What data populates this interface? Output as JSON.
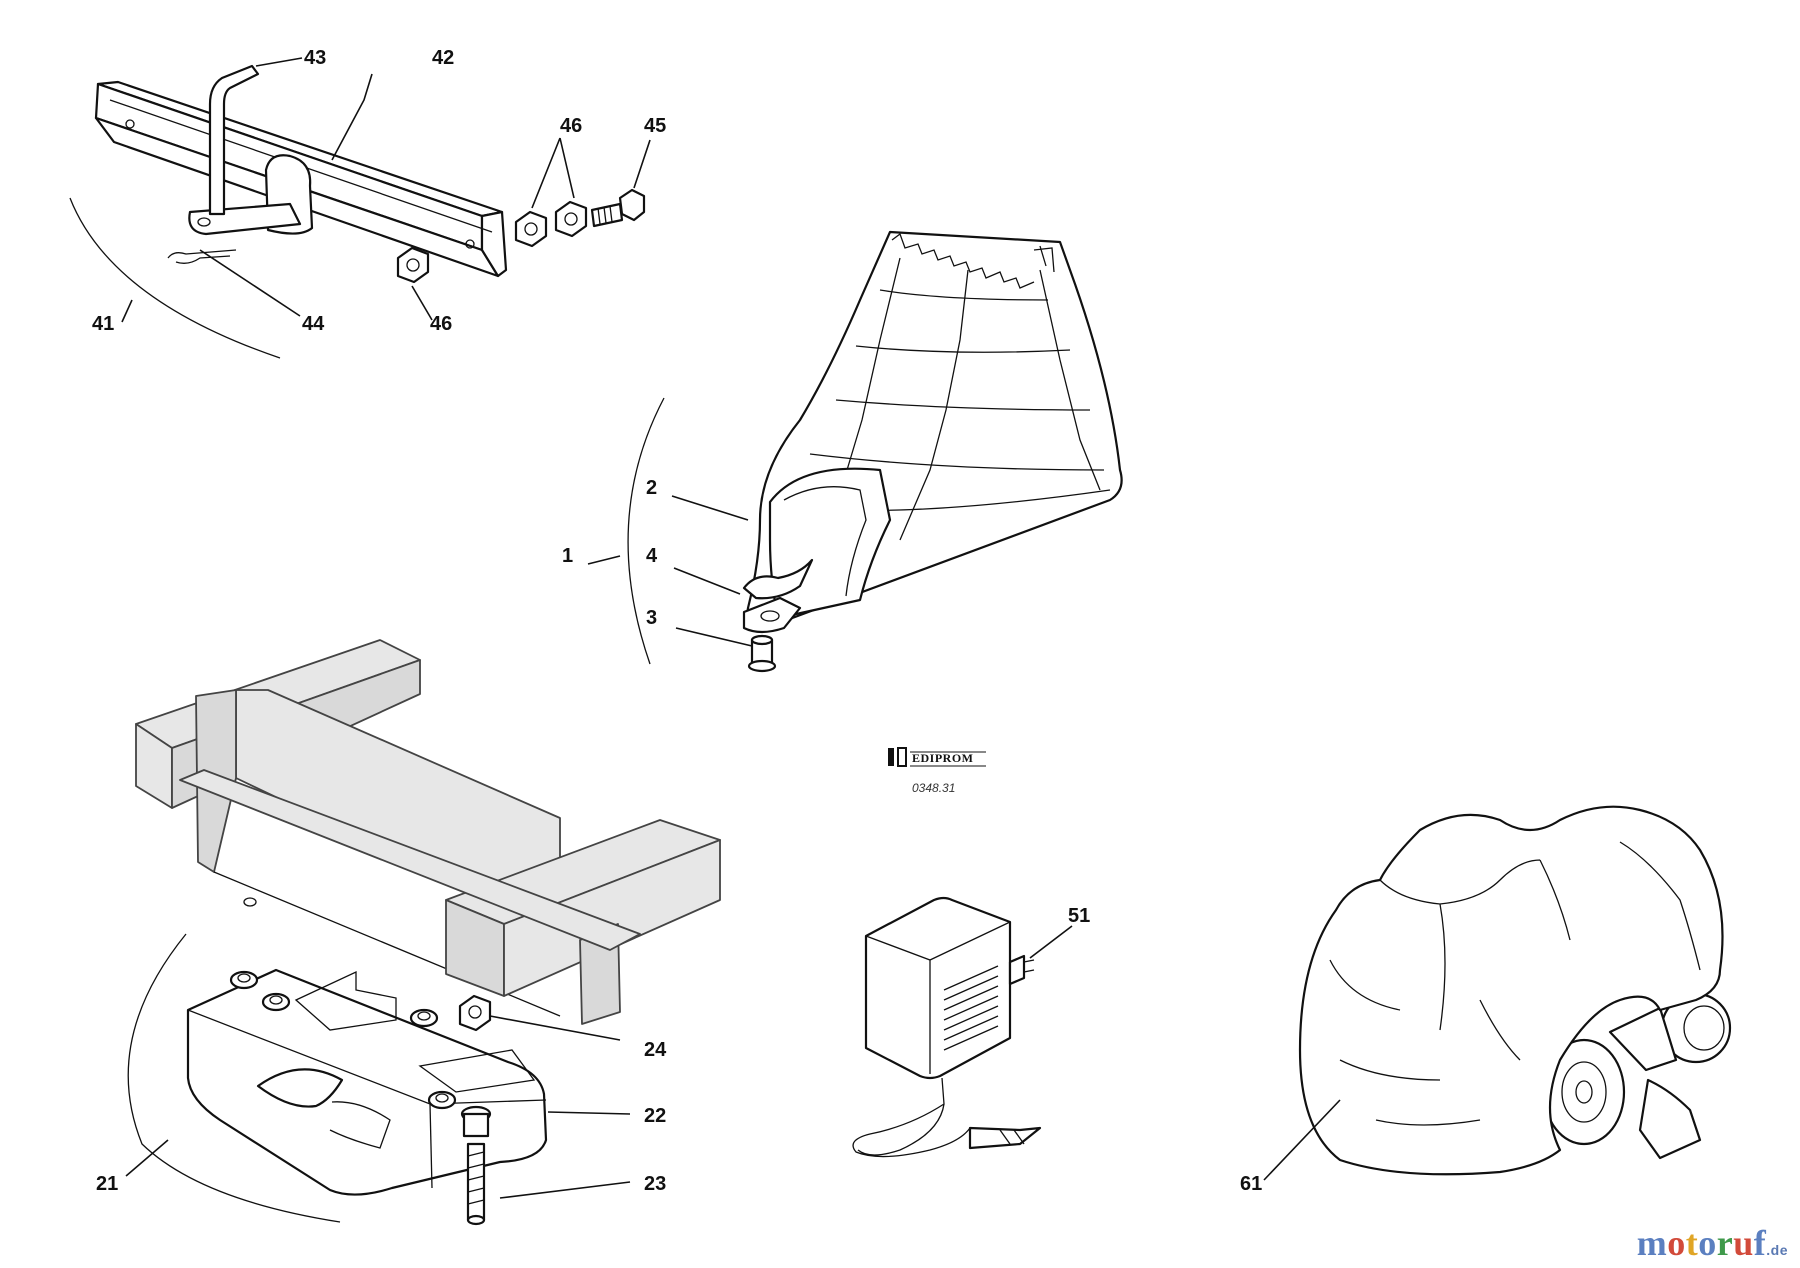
{
  "labels": {
    "l1": "1",
    "l2": "2",
    "l3": "3",
    "l4": "4",
    "l21": "21",
    "l22": "22",
    "l23": "23",
    "l24": "24",
    "l41": "41",
    "l42": "42",
    "l43": "43",
    "l44": "44",
    "l45": "45",
    "l46a": "46",
    "l46b": "46",
    "l51": "51",
    "l61": "61"
  },
  "publisher": {
    "name": "EDIPROM",
    "code": "0348.31"
  },
  "watermark": {
    "letters": [
      {
        "ch": "m",
        "color": "#5b7fc0"
      },
      {
        "ch": "o",
        "color": "#d24a3a"
      },
      {
        "ch": "t",
        "color": "#e0a526"
      },
      {
        "ch": "o",
        "color": "#5b7fc0"
      },
      {
        "ch": "r",
        "color": "#3f9a4b"
      },
      {
        "ch": "u",
        "color": "#d24a3a"
      },
      {
        "ch": "f",
        "color": "#5b7fc0"
      }
    ],
    "suffix": ".de"
  }
}
